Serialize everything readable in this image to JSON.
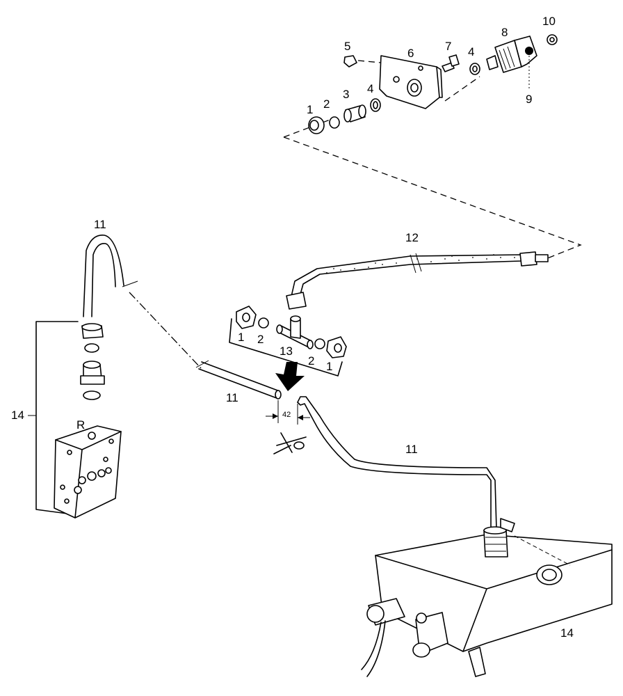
{
  "labels": {
    "l1a": "1",
    "l2a": "2",
    "l3": "3",
    "l4a": "4",
    "l4b": "4",
    "l5": "5",
    "l6": "6",
    "l7": "7",
    "l8": "8",
    "l9": "9",
    "l10": "10",
    "l11a": "11",
    "l11b": "11",
    "l11c": "11",
    "l12": "12",
    "l1b": "1",
    "l2b": "2",
    "l13": "13",
    "l2c": "2",
    "l1c": "1",
    "l14a": "14",
    "l14b": "14",
    "lR": "R",
    "dim": "42"
  }
}
